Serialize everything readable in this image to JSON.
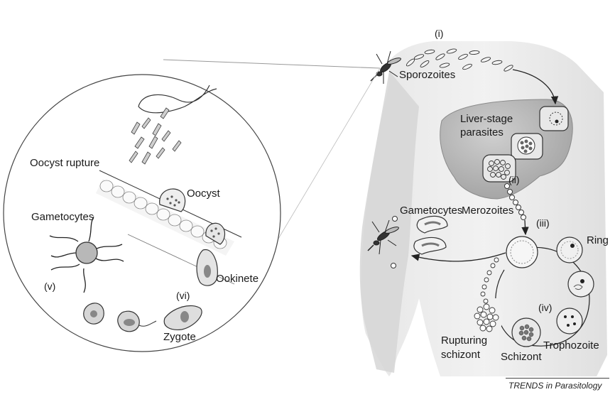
{
  "labels": {
    "sporozoites": "Sporozoites",
    "liver_stage": "Liver-stage\nparasites",
    "merozoites": "Merozoites",
    "gametocytes_right": "Gametocytes",
    "ring": "Ring",
    "trophozoite": "Trophozoite",
    "schizont": "Schizont",
    "rupturing_schizont": "Rupturing\nschizont",
    "oocyst_rupture": "Oocyst rupture",
    "oocyst": "Oocyst",
    "gametocytes_left": "Gametocytes",
    "ookinete": "Ookinete",
    "zygote": "Zygote"
  },
  "stage_numbers": {
    "i": "(i)",
    "ii": "(ii)",
    "iii": "(iii)",
    "iv": "(iv)",
    "v": "(v)",
    "vi": "(vi)"
  },
  "credit": "TRENDS in Parasitology",
  "colors": {
    "body_shadow": "#d9d9d9",
    "liver": "#b4b4b4",
    "cell_fill": "#ececec",
    "outline": "#333333"
  }
}
